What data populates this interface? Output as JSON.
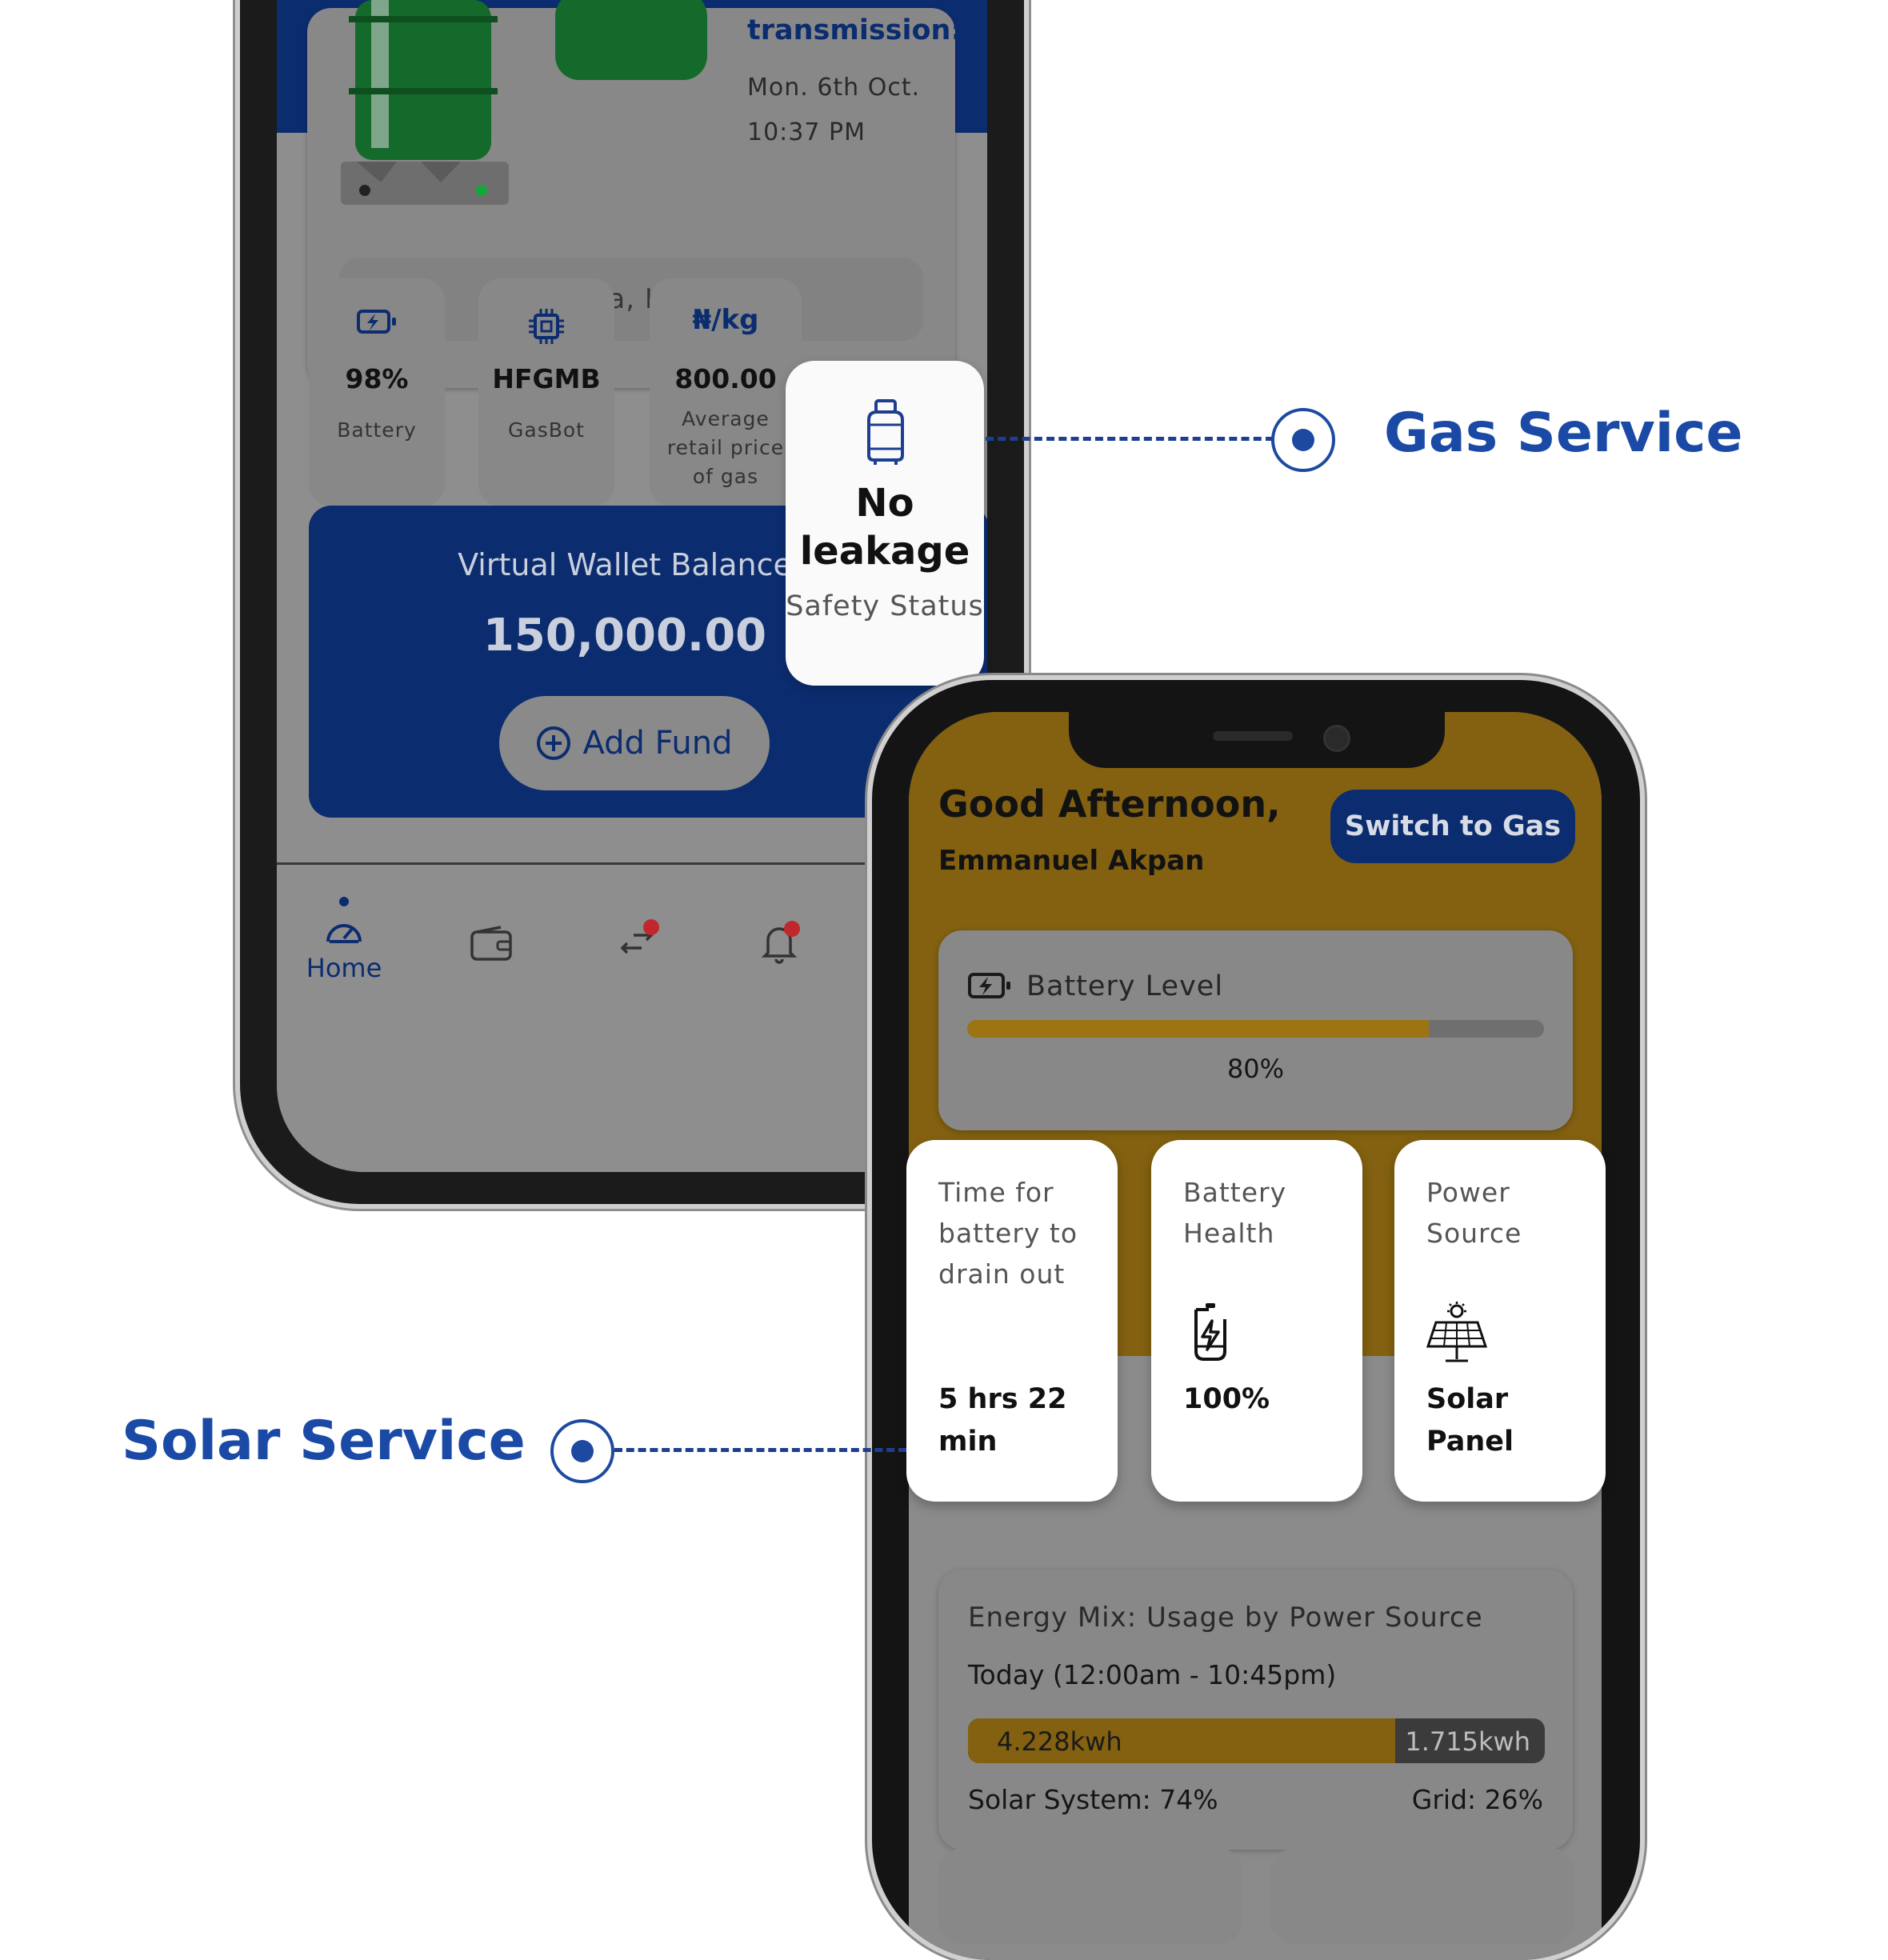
{
  "gas_app": {
    "transmission_label": "transmission:",
    "transmission_date": "Mon. 6th Oct.",
    "transmission_time": "10:37 PM",
    "location": "Ogba, Ikeja",
    "stats": [
      {
        "value": "98%",
        "label": "Battery",
        "icon": "battery-charging-icon"
      },
      {
        "value": "HFGMB",
        "label": "GasBot",
        "icon": "chip-icon"
      },
      {
        "value": "800.00",
        "label": "Average retail price of gas",
        "icon_text": "₦/kg"
      }
    ],
    "wallet": {
      "title": "Virtual Wallet Balance",
      "amount": "150,000.00",
      "add_fund_label": "Add Fund"
    },
    "tabbar": {
      "home_label": "Home"
    },
    "safety": {
      "status": "No leakage",
      "label": "Safety Status"
    }
  },
  "callouts": {
    "gas": "Gas Service",
    "solar": "Solar Service"
  },
  "solar_app": {
    "greeting": "Good Afternoon,",
    "user_name": "Emmanuel Akpan",
    "switch_label": "Switch to Gas",
    "battery_level": {
      "label": "Battery Level",
      "percent_text": "80%",
      "fraction": 0.8
    },
    "cards": [
      {
        "label": "Time for battery to drain out",
        "value": "5 hrs 22 min"
      },
      {
        "label": "Battery Health",
        "value": "100%",
        "icon": "battery-health-icon"
      },
      {
        "label": "Power Source",
        "value": "Solar Panel",
        "icon": "solar-panel-icon"
      }
    ],
    "energy_mix": {
      "title": "Energy Mix: Usage by Power Source",
      "period": "Today (12:00am - 10:45pm)",
      "solar_kwh": "4.228kwh",
      "grid_kwh": "1.715kwh",
      "solar_fraction": 0.74,
      "solar_text": "Solar System: 74%",
      "grid_text": "Grid: 26%"
    }
  },
  "colors": {
    "brand_blue": "#0b2c6f",
    "callout_blue": "#1b4aa6",
    "solar_gold": "#836110",
    "gas_green": "#146a2a"
  }
}
